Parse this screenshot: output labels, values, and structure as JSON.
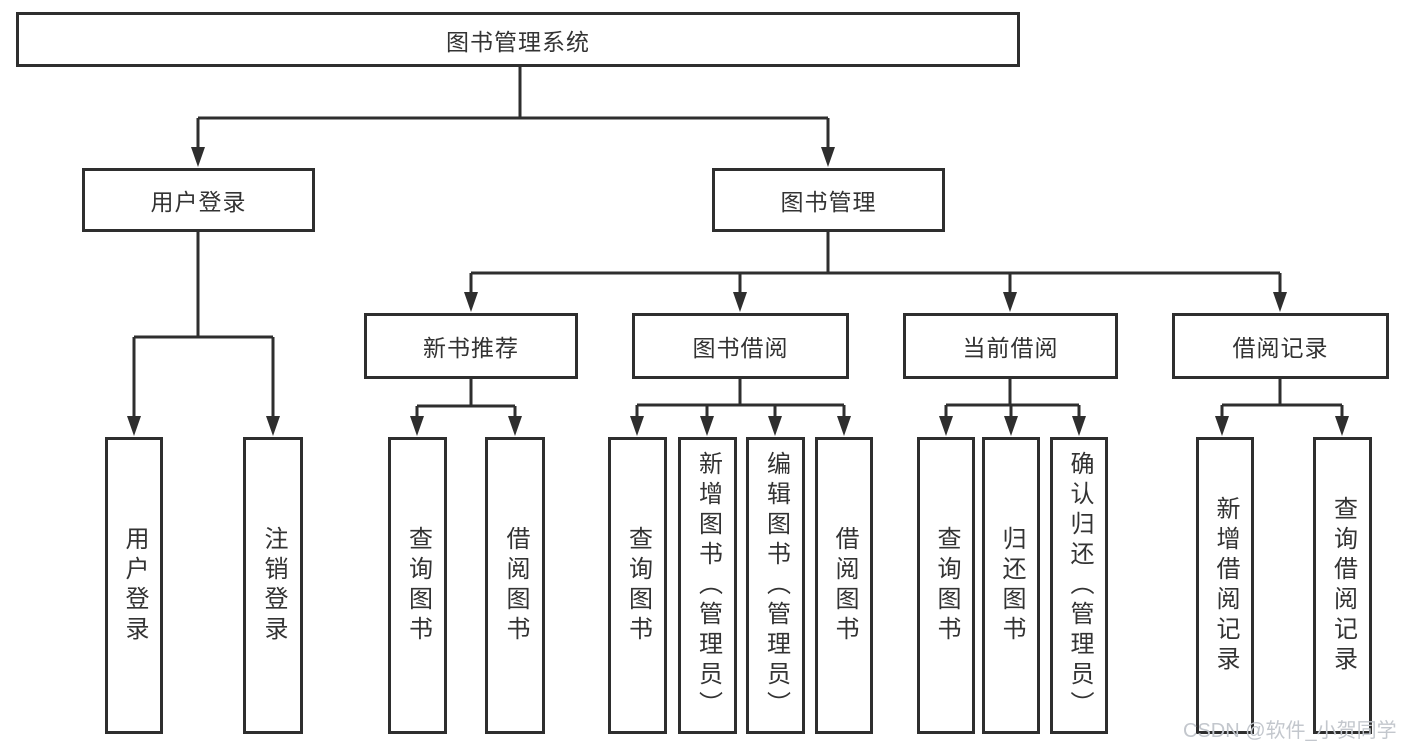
{
  "diagram": {
    "root": {
      "label": "图书管理系统"
    },
    "branches": {
      "user_login": {
        "label": "用户登录",
        "children": {
          "login": {
            "label": "用户登录"
          },
          "logout": {
            "label": "注销登录"
          }
        }
      },
      "book_mgmt": {
        "label": "图书管理",
        "children": {
          "new_books": {
            "label": "新书推荐",
            "children": {
              "query": {
                "label": "查询图书"
              },
              "borrow": {
                "label": "借阅图书"
              }
            }
          },
          "book_borrow": {
            "label": "图书借阅",
            "children": {
              "query": {
                "label": "查询图书"
              },
              "add": {
                "label": "新增图书（管理员）"
              },
              "edit": {
                "label": "编辑图书（管理员）"
              },
              "borrow": {
                "label": "借阅图书"
              }
            }
          },
          "current_borrow": {
            "label": "当前借阅",
            "children": {
              "query": {
                "label": "查询图书"
              },
              "return": {
                "label": "归还图书"
              },
              "confirm": {
                "label": "确认归还（管理员）"
              }
            }
          },
          "borrow_records": {
            "label": "借阅记录",
            "children": {
              "add": {
                "label": "新增借阅记录"
              },
              "query": {
                "label": "查询借阅记录"
              }
            }
          }
        }
      }
    }
  },
  "watermark": {
    "text": "CSDN @软件_小贺同学",
    "color": "#c3c7cd"
  },
  "colors": {
    "line": "#2e2e2e",
    "text": "#333333",
    "background": "#ffffff"
  }
}
